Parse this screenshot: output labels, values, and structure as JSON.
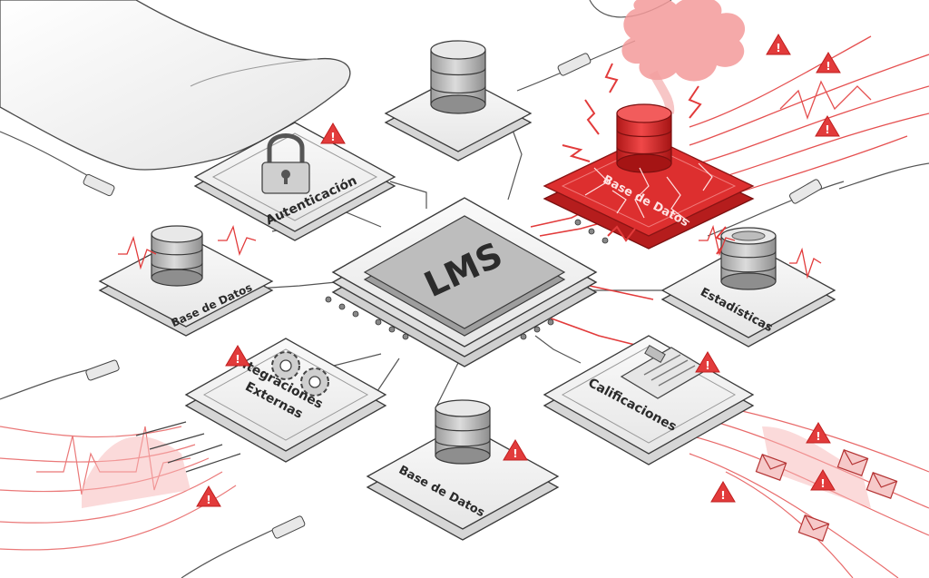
{
  "center": {
    "label": "LMS"
  },
  "modules": {
    "auth": {
      "label": "Autenticación",
      "icon": "padlock-icon"
    },
    "db_left": {
      "label": "Base de Datos",
      "icon": "database-icon"
    },
    "db_top": {
      "icon": "database-icon"
    },
    "db_failed": {
      "label": "Base de Datos",
      "icon": "database-icon",
      "status": "failure"
    },
    "stats": {
      "label": "Estadísticas",
      "icon": "database-icon"
    },
    "integrations": {
      "label_line1": "Integraciones",
      "label_line2": "Externas",
      "icon": "gears-icon"
    },
    "db_bottom": {
      "label": "Base de Datos",
      "icon": "database-icon"
    },
    "grades": {
      "label": "Calificaciones",
      "icon": "clipboard-icon"
    }
  },
  "colors": {
    "alert_red": "#e23b3b",
    "failed_module": "#dd2f2f",
    "chip_fill": "#f2f2f2",
    "chip_stroke": "#3a3a3a",
    "center_fill": "#bdbdbd"
  }
}
